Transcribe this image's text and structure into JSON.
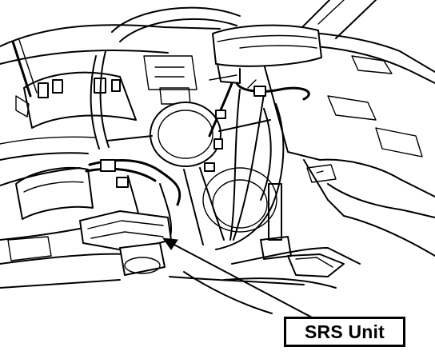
{
  "diagram": {
    "callout": {
      "label": "SRS Unit"
    },
    "components": [
      "instrument-panel",
      "steering-wheel",
      "passenger-airbag-module",
      "airbag-wire-harness",
      "srs-unit",
      "shift-lever",
      "center-console"
    ],
    "colors": {
      "ink": "#000000",
      "paper": "#ffffff"
    }
  }
}
